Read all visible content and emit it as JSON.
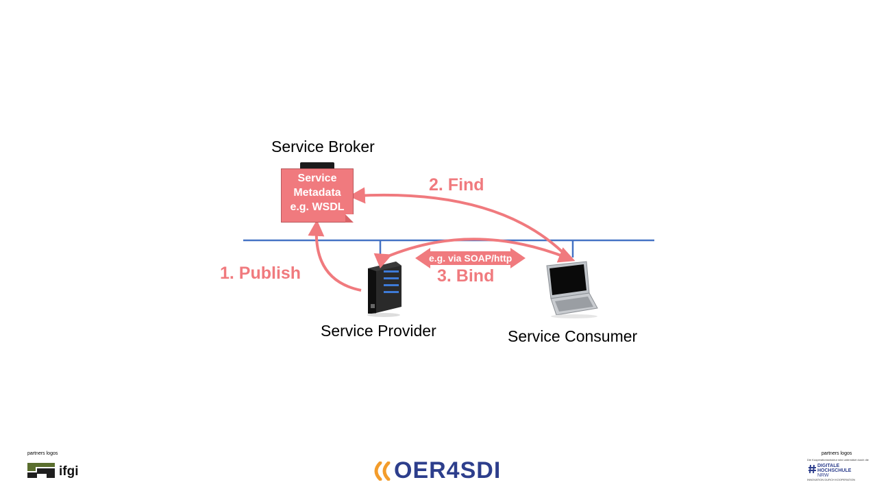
{
  "diagram": {
    "broker_label": "Service Broker",
    "metadata_box": {
      "line1": "Service",
      "line2": "Metadata",
      "line3": "e.g. WSDL"
    },
    "provider_label": "Service Provider",
    "consumer_label": "Service Consumer",
    "publish_label": "1. Publish",
    "find_label": "2. Find",
    "bind_label": "3. Bind",
    "bind_via_label": "e.g. via SOAP/http",
    "colors": {
      "arrow": "#F07A7E",
      "network_line": "#4472C4"
    }
  },
  "footer": {
    "left_partners_label": "partners logos",
    "ifgi_logo_text": "ifgi",
    "brand_logo_text": "OER4SDI",
    "right_partners_label": "partners logos",
    "dh_tagline": "Die Kooperationsstruktur wird unterstützt durch die",
    "dh_line1": "DIGITALE",
    "dh_line2": "HOCHSCHULE",
    "dh_line3": "NRW",
    "dh_footer": "INNOVATION DURCH KOOPERATION"
  }
}
